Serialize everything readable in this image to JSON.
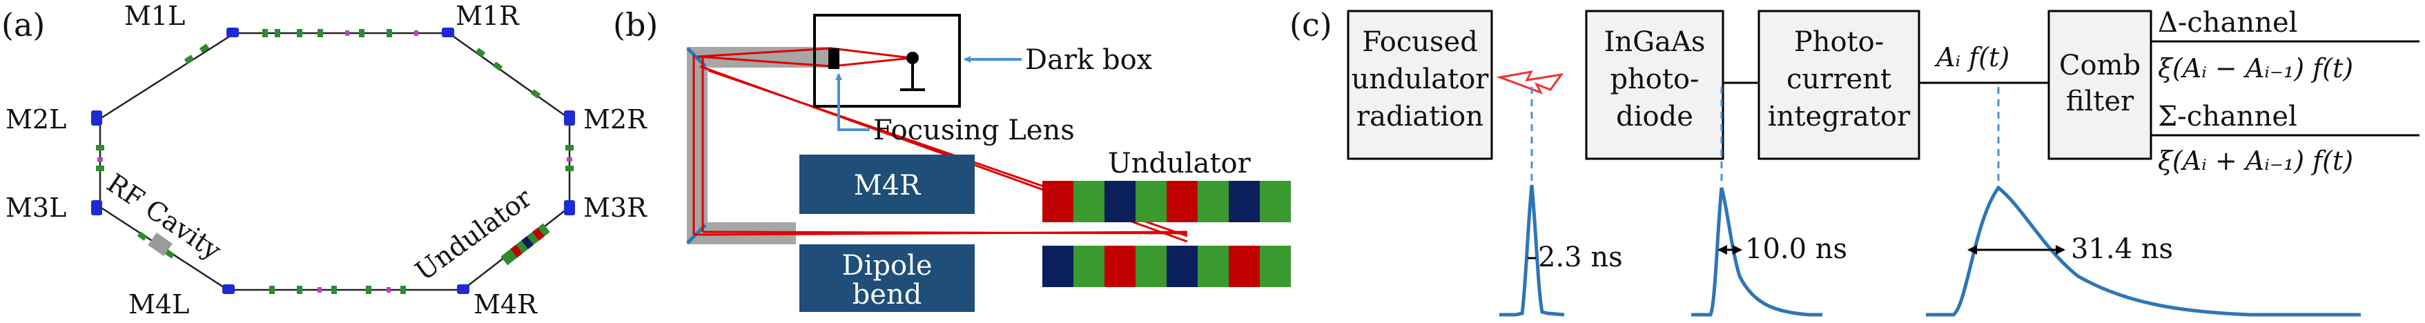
{
  "panel_a": {
    "tag": "(a)",
    "magnets": [
      "M1L",
      "M1R",
      "M2L",
      "M2R",
      "M3L",
      "M3R",
      "M4L",
      "M4R"
    ],
    "rf_cavity": "RF Cavity",
    "undulator": "Undulator"
  },
  "panel_b": {
    "tag": "(b)",
    "dark_box": "Dark box",
    "focusing_lens": "Focusing Lens",
    "undulator": "Undulator",
    "m4r": "M4R",
    "dipole_line1": "Dipole",
    "dipole_line2": "bend",
    "colors": {
      "red": "#c00000",
      "green": "#3a9a2f",
      "navy": "#0b1f5c",
      "block": "#1f4e79",
      "beam": "#e00000"
    }
  },
  "panel_c": {
    "tag": "(c)",
    "box1": [
      "Focused",
      "undulator",
      "radiation"
    ],
    "box2": [
      "InGaAs",
      "photo-",
      "diode"
    ],
    "box3": [
      "Photo-",
      "current",
      "integrator"
    ],
    "box4": [
      "Comb",
      "filter"
    ],
    "signal": "Aᵢ f(t)",
    "delta_channel": "Δ-channel",
    "delta_formula": "ξ(Aᵢ − Aᵢ₋₁) f(t)",
    "sigma_channel": "Σ-channel",
    "sigma_formula": "ξ(Aᵢ + Aᵢ₋₁) f(t)",
    "pulse1_width": "2.3 ns",
    "pulse2_width": "10.0 ns",
    "pulse3_width": "31.4 ns",
    "pulse_color": "#2e75b6"
  }
}
